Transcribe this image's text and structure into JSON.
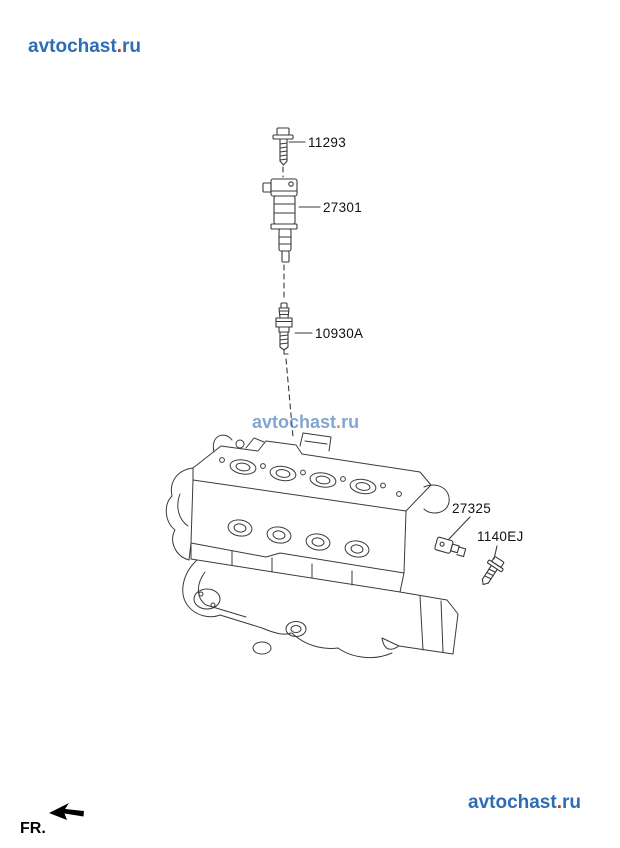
{
  "watermark": {
    "name": "avtochast",
    "dot": ".",
    "tld": "ru",
    "text_color": "#2e6db4",
    "dot_color": "#c5342c"
  },
  "callouts": [
    {
      "id": "11293",
      "component": "bolt"
    },
    {
      "id": "27301",
      "component": "ignition-coil"
    },
    {
      "id": "10930A",
      "component": "spark-plug"
    },
    {
      "id": "27325",
      "component": "small-component"
    },
    {
      "id": "1140EJ",
      "component": "screw"
    }
  ],
  "footer": {
    "direction_label": "FR."
  },
  "diagram": {
    "line_color": "#3a3a3a",
    "background": "#ffffff"
  }
}
